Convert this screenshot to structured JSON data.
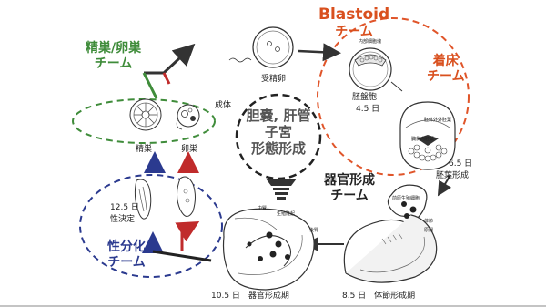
{
  "teams": {
    "gonad": [
      "精巣/卵巣",
      "チーム"
    ],
    "blastoid": [
      "Blastoid",
      "チーム"
    ],
    "implant": [
      "着床",
      "チーム"
    ],
    "sex": [
      "性分化",
      "チーム"
    ],
    "organ": [
      "器官形成",
      "チーム"
    ]
  },
  "center_text": [
    "胆嚢, 肝管",
    "子宮",
    "形態形成"
  ],
  "stages": {
    "adult": "成体",
    "testis": "精巣",
    "ovary": "卵巣",
    "fertilized": "受精卵",
    "blastocyst": "胚盤胞",
    "blastocyst_day": "4.5 日",
    "gastrulation_day": "6.5 日",
    "gastrulation": "胚葉形成",
    "sex_day": "12.5 日",
    "sex_det": "性決定",
    "somite_label": "8.5 日　体節形成期",
    "organ_label": "10.5 日　器官形成期"
  },
  "small_labels": {
    "blast_top": "内部細胞塊",
    "blast_a": "胚体外外胚葉",
    "blast_b": "臓側内胚葉",
    "embryo_a": "前原生殖細胞",
    "embryo_b": "体節",
    "embryo_c": "原腸",
    "organ_a": "中腎",
    "organ_b": "生殖隆起",
    "organ_c": "後腎"
  },
  "colors": {
    "green": "#3f8c3a",
    "red": "#d9501e",
    "blue": "#2b3a8f",
    "dark": "#222222",
    "gray": "#555555"
  }
}
